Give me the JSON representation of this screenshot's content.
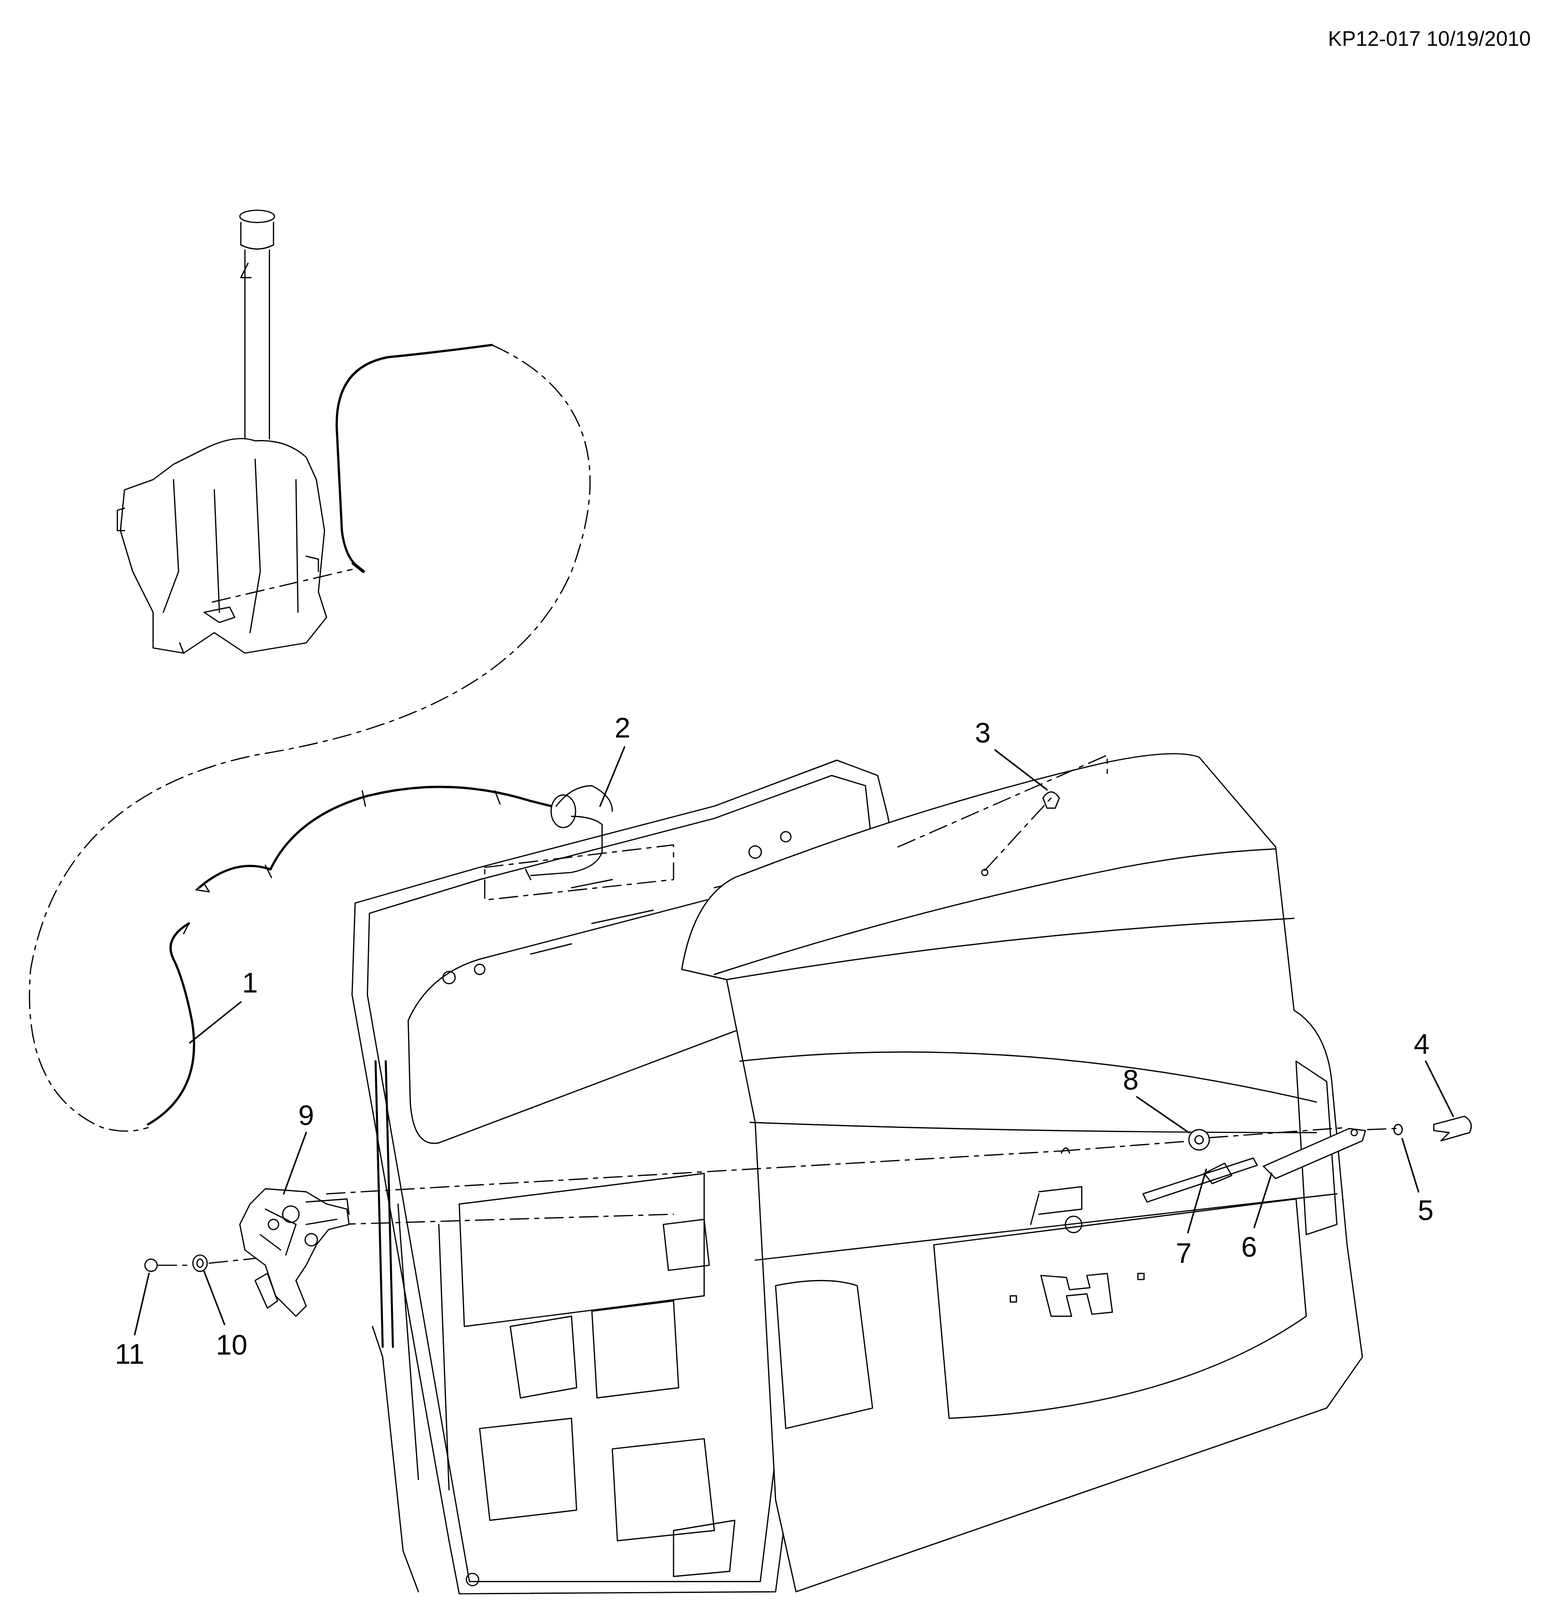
{
  "diagram": {
    "labels": [
      "KP12-017 10/19/2010",
      "1",
      "2",
      "3",
      "4",
      "5",
      "6",
      "7",
      "8",
      "9",
      "10",
      "11"
    ]
  }
}
